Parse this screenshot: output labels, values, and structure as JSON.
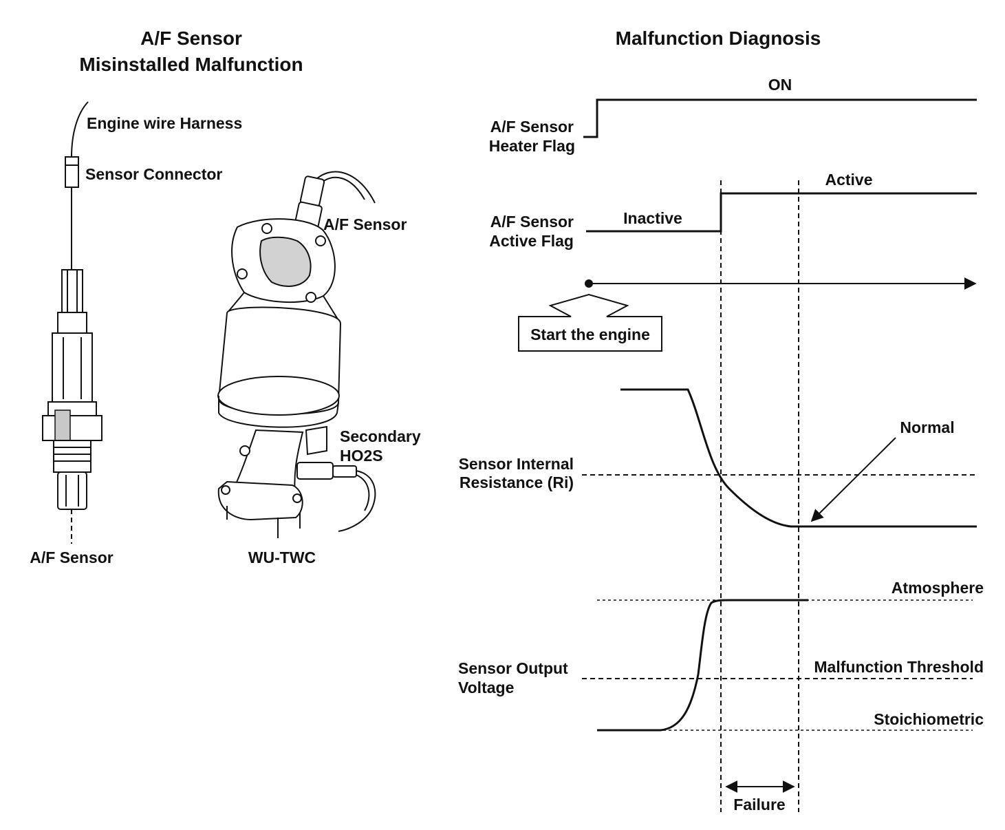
{
  "left": {
    "title_line1": "A/F Sensor",
    "title_line2": "Misinstalled Malfunction",
    "harness_label": "Engine wire Harness",
    "connector_label": "Sensor Connector",
    "af_sensor_bottom_label": "A/F Sensor",
    "af_sensor_catalyst_label": "A/F Sensor",
    "secondary_label_line1": "Secondary",
    "secondary_label_line2": "HO2S",
    "wutwc_label": "WU-TWC"
  },
  "right": {
    "title": "Malfunction Diagnosis",
    "heater_flag_line1": "A/F Sensor",
    "heater_flag_line2": "Heater Flag",
    "heater_state": "ON",
    "active_flag_line1": "A/F Sensor",
    "active_flag_line2": "Active Flag",
    "inactive_state": "Inactive",
    "active_state": "Active",
    "start_engine": "Start the engine",
    "ri_line1": "Sensor Internal",
    "ri_line2": "Resistance (Ri)",
    "normal": "Normal",
    "output_line1": "Sensor Output",
    "output_line2": "Voltage",
    "atmosphere": "Atmosphere",
    "threshold": "Malfunction Threshold",
    "stoich": "Stoichiometric",
    "failure": "Failure"
  }
}
